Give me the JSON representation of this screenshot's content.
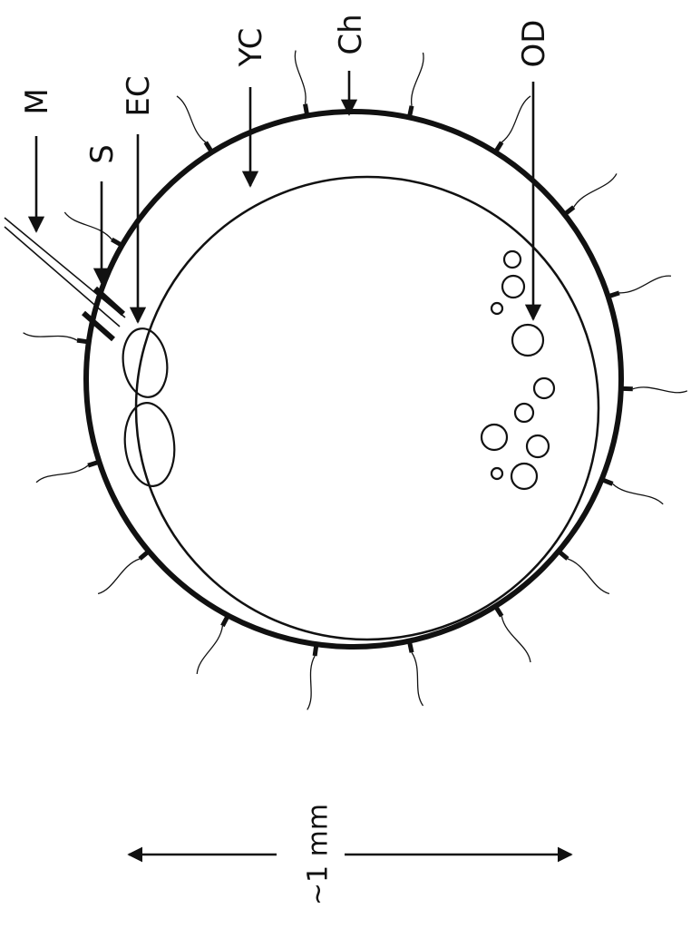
{
  "labels": {
    "micropyle": "M",
    "sperm": "S",
    "embryo_cells": "EC",
    "yolk_cell": "YC",
    "chorion": "Ch",
    "oil_droplets": "OD"
  },
  "scale_bar": {
    "label": "~1 mm"
  },
  "colors": {
    "ink": "#111111",
    "background": "#ffffff"
  }
}
